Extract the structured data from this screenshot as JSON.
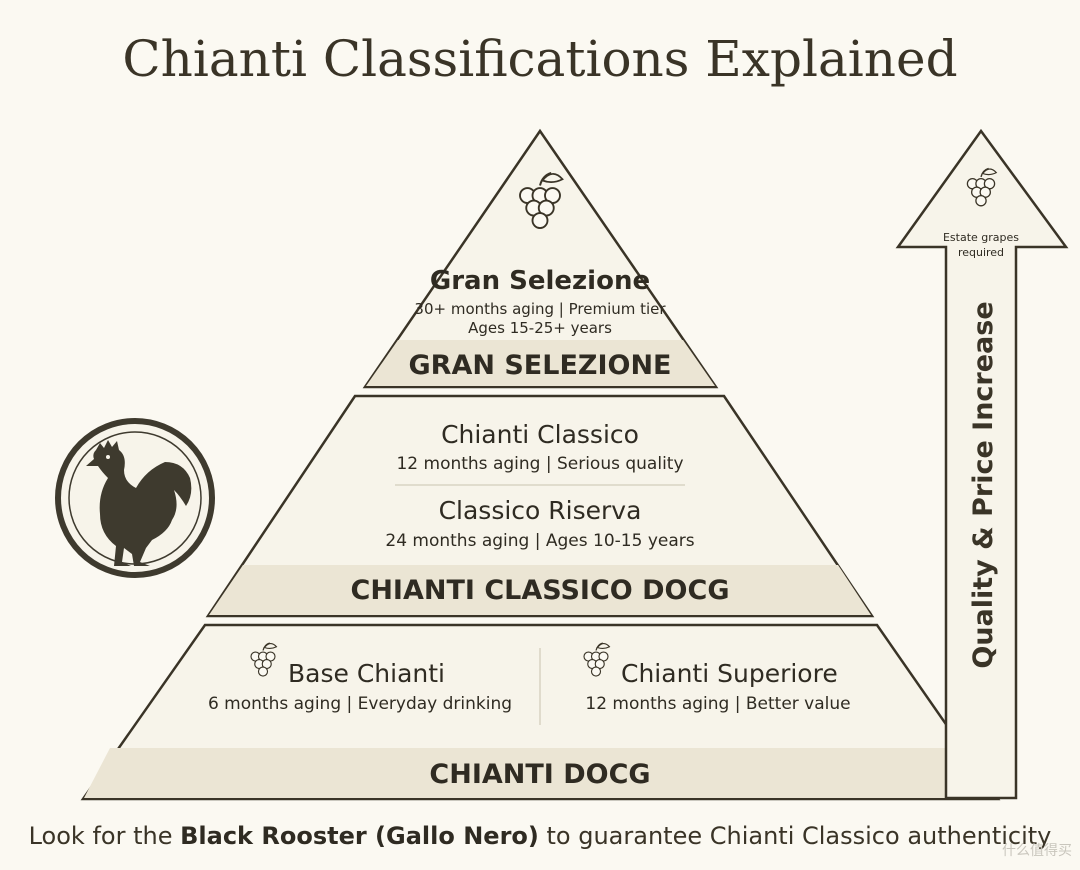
{
  "title": "Chianti Classifications Explained",
  "colors": {
    "background": "#fbf9f2",
    "tier_fill": "#f7f4ea",
    "band_fill": "#ebe5d4",
    "outline": "#3a3427",
    "rooster": "#3e3a2e"
  },
  "top_tier": {
    "icon": "grape-cluster-icon",
    "name": "Gran Selezione",
    "line1": "30+ months aging | Premium tier",
    "line2": "Ages 15-25+ years",
    "band": "GRAN SELEZIONE"
  },
  "middle_tier": {
    "item1": {
      "name": "Chianti Classico",
      "desc": "12 months aging | Serious quality"
    },
    "item2": {
      "name": "Classico Riserva",
      "desc": "24 months aging | Ages 10-15 years"
    },
    "band": "CHIANTI CLASSICO DOCG"
  },
  "bottom_tier": {
    "item1": {
      "icon": "grape-cluster-icon",
      "name": "Base Chianti",
      "desc": "6 months aging | Everyday drinking"
    },
    "item2": {
      "icon": "grape-cluster-icon",
      "name": "Chianti Superiore",
      "desc": "12 months aging | Better value"
    },
    "band": "CHIANTI DOCG"
  },
  "rooster_emblem": {
    "icon": "black-rooster-icon"
  },
  "arrow": {
    "icon": "grape-cluster-icon",
    "head_line1": "Estate grapes",
    "head_line2": "required",
    "label": "Quality & Price Increase"
  },
  "footer": {
    "prefix": "Look for the ",
    "bold": "Black Rooster (Gallo Nero)",
    "suffix": " to guarantee Chianti Classico authenticity"
  },
  "watermark": "什么值得买"
}
